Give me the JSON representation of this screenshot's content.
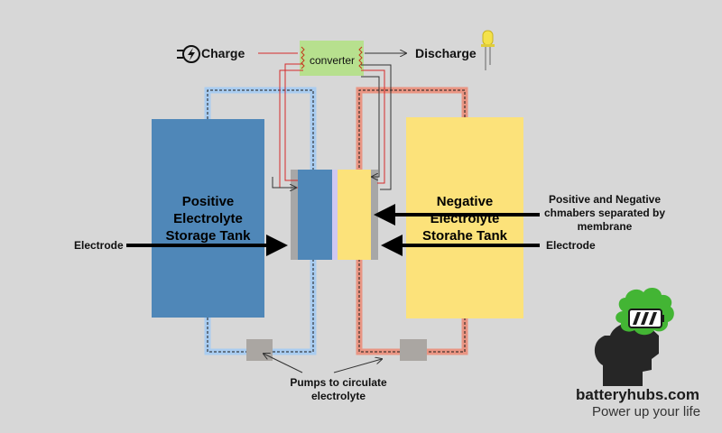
{
  "labels": {
    "charge": "Charge",
    "converter": "converter",
    "discharge": "Discharge",
    "positive_tank_line1": "Positive",
    "positive_tank_line2": "Electrolyte",
    "positive_tank_line3": "Storage Tank",
    "negative_tank_line1": "Negative",
    "negative_tank_line2": "Electrolyte",
    "negative_tank_line3": "Storahe Tank",
    "electrode_left": "Electrode",
    "electrode_right": "Electrode",
    "membrane_line1": "Positive and Negative",
    "membrane_line2": "chmabers separated by",
    "membrane_line3": "membrane",
    "pumps_line1": "Pumps to circulate",
    "pumps_line2": "electrolyte"
  },
  "brand": {
    "name": "batteryhubs.com",
    "tagline": "Power up your life"
  },
  "colors": {
    "background": "#d7d7d7",
    "positive_tank": "#4f87b8",
    "negative_tank": "#fce27a",
    "positive_pipe": "#a9ccf0",
    "negative_pipe": "#e99583",
    "converter_box": "#b7e08e",
    "pump": "#aaa6a2",
    "brand_green": "#43b534",
    "wire_red": "#d42b2b"
  },
  "icons": [
    "lightning-plug-icon",
    "led-bulb-icon",
    "brain-battery-logo-icon"
  ]
}
